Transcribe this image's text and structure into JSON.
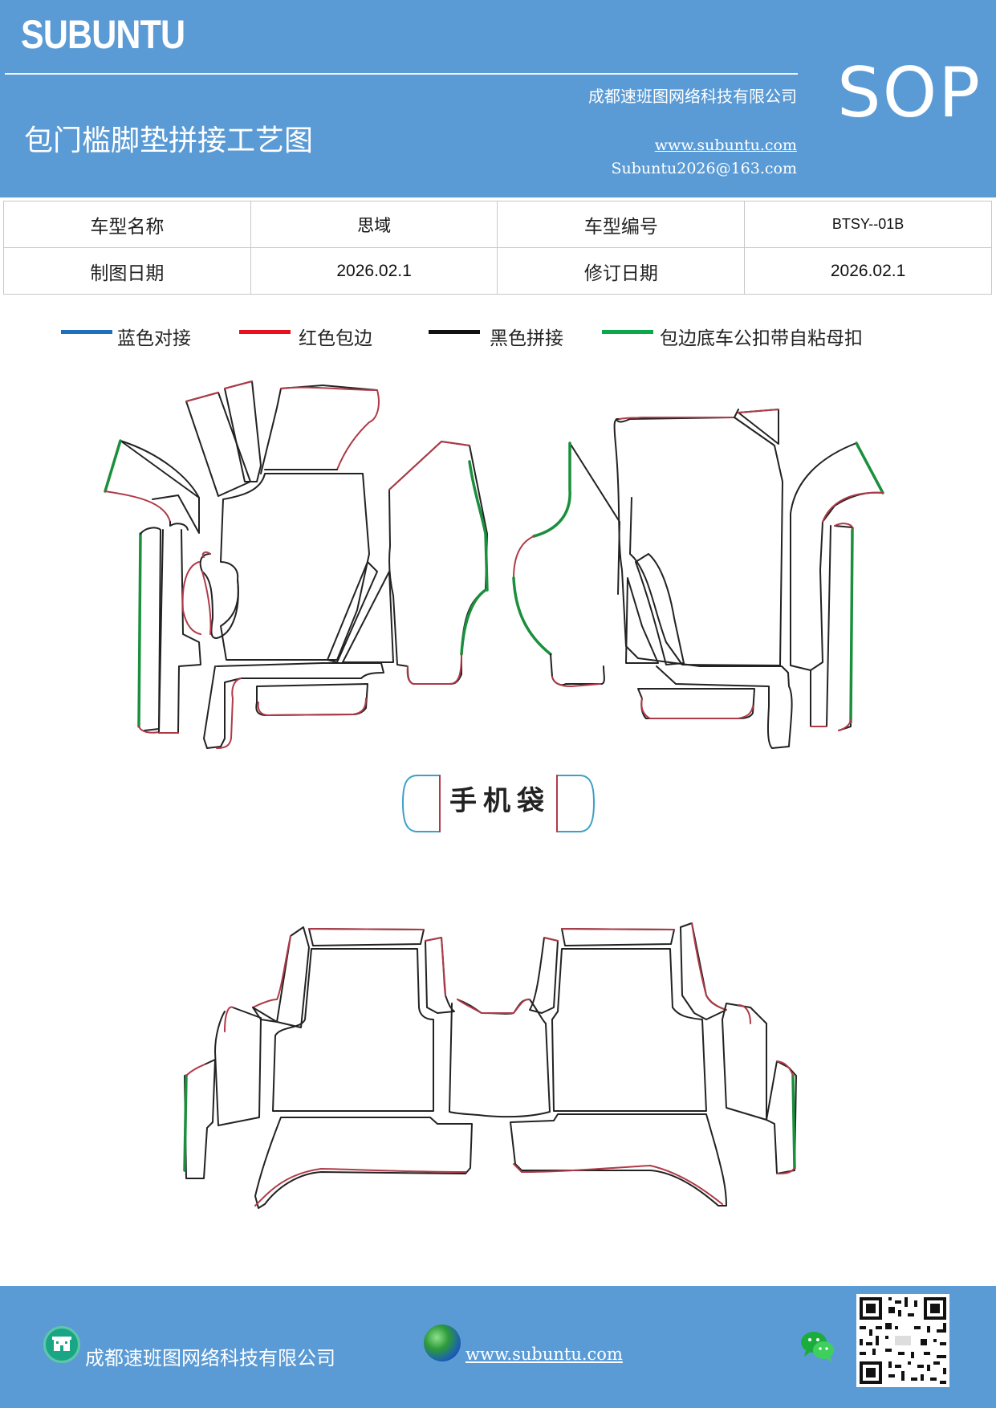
{
  "header": {
    "logo": "SUBUNTU",
    "company": "成都速班图网络科技有限公司",
    "title": "包门槛脚垫拼接工艺图",
    "website": "www.subuntu.com",
    "email": "Subuntu2026@163.com",
    "badge": "SOP"
  },
  "info_table": {
    "rows": [
      {
        "label1": "车型名称",
        "value1": "思域",
        "label2": "车型编号",
        "value2": "BTSY--01B"
      },
      {
        "label1": "制图日期",
        "value1": "2026.02.1",
        "label2": "修订日期",
        "value2": "2026.02.1"
      }
    ]
  },
  "legend": {
    "items": [
      {
        "label": "蓝色对接",
        "color": "#1f6fbf"
      },
      {
        "label": "红色包边",
        "color": "#e8111b"
      },
      {
        "label": "黑色拼接",
        "color": "#111111"
      },
      {
        "label": "包边底车公扣带自粘母扣",
        "color": "#0aa84a"
      }
    ]
  },
  "phone_bag": {
    "label": "手机袋"
  },
  "footer": {
    "company": "成都速班图网络科技有限公司",
    "website": "www.subuntu.com "
  },
  "colors": {
    "header_bg": "#5b9bd5",
    "outline_black": "#222222",
    "outline_red": "#b03a48",
    "outline_green": "#1a8f3c",
    "outline_blue": "#3ea0c8"
  }
}
